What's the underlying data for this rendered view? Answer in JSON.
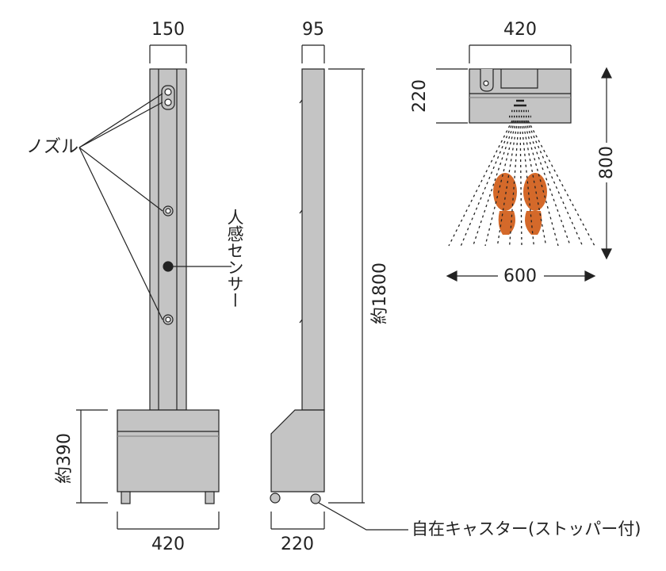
{
  "colors": {
    "body": "#c4c4c4",
    "outline": "#222222",
    "feet": "#d4692a"
  },
  "front": {
    "width_label": "150",
    "base_width_label": "420",
    "base_height_label": "約390",
    "nozzle_label": "ノズル",
    "sensor_label": "人感センサー"
  },
  "side": {
    "depth_label": "95",
    "base_depth_label": "220",
    "height_label": "約1800",
    "caster_label": "自在キャスター(ストッパー付)"
  },
  "top": {
    "width_label": "420",
    "depth_label": "220",
    "range_depth_label": "800",
    "range_width_label": "600"
  }
}
